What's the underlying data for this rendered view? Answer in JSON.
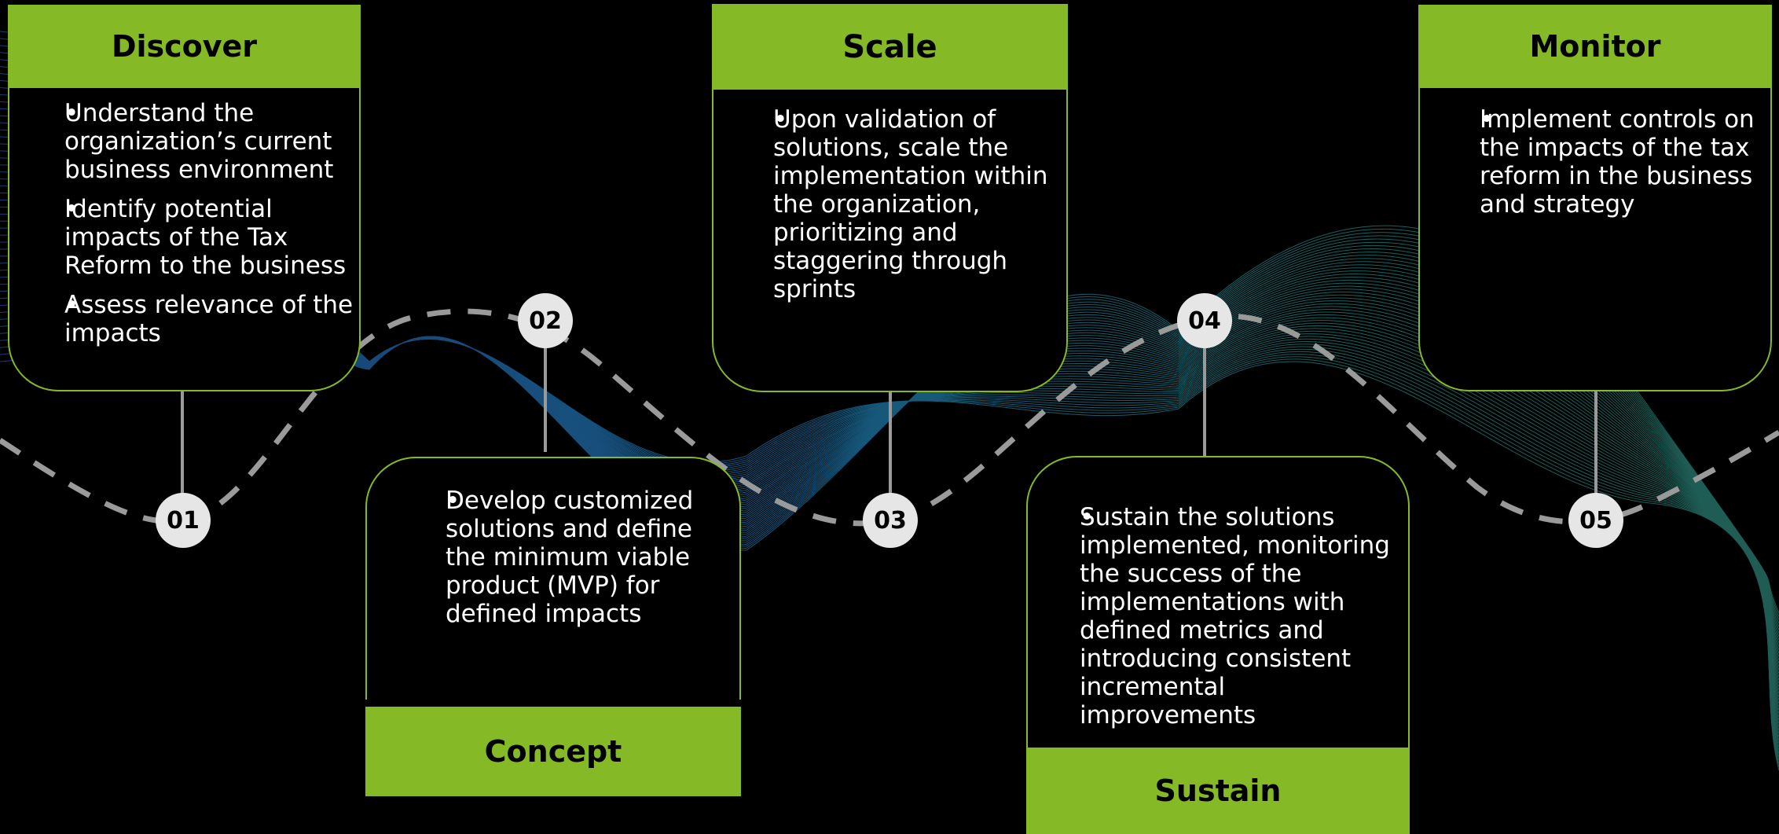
{
  "stages": [
    {
      "id": "discover",
      "step": "01",
      "title": "Discover",
      "bullets": [
        "Understand the organization’s current business environment",
        "Identify potential impacts of the Tax Reform to the business",
        "Assess relevance of the impacts"
      ]
    },
    {
      "id": "concept",
      "step": "02",
      "title": "Concept",
      "bullets": [
        "Develop customized solutions and define the minimum viable product (MVP) for defined impacts"
      ]
    },
    {
      "id": "scale",
      "step": "03",
      "title": "Scale",
      "bullets": [
        "Upon validation of solutions, scale the implementation within the organization, prioritizing and staggering through sprints"
      ]
    },
    {
      "id": "sustain",
      "step": "04",
      "title": "Sustain",
      "bullets": [
        "Sustain the solutions implemented, monitoring the success of the implementations with defined metrics and introducing consistent incremental improvements"
      ]
    },
    {
      "id": "monitor",
      "step": "05",
      "title": "Monitor",
      "bullets": [
        "Implement controls on the impacts of the tax reform in the business and strategy"
      ]
    }
  ],
  "colors": {
    "accent": "#86b926",
    "background": "#000000",
    "step_circle": "#e6e6e6",
    "dashed_path": "#9a9a9a"
  }
}
